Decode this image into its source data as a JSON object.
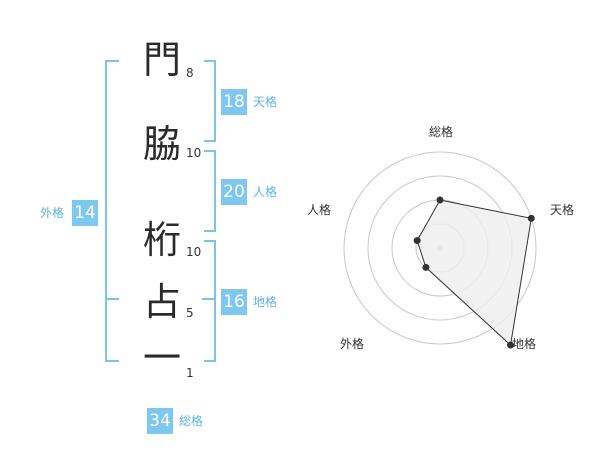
{
  "characters": [
    {
      "char": "門",
      "strokes": "8"
    },
    {
      "char": "脇",
      "strokes": "10"
    },
    {
      "char": "桁",
      "strokes": "10"
    },
    {
      "char": "占",
      "strokes": "5"
    },
    {
      "char": "一",
      "strokes": "1"
    }
  ],
  "kakusu": {
    "tenkaku": {
      "value": "18",
      "label": "天格"
    },
    "jinkaku": {
      "value": "20",
      "label": "人格"
    },
    "chikaku": {
      "value": "16",
      "label": "地格"
    },
    "gaikaku": {
      "value": "14",
      "label": "外格"
    },
    "soukaku": {
      "value": "34",
      "label": "総格"
    }
  },
  "radar": {
    "axes": [
      "総格",
      "天格",
      "地格",
      "外格",
      "人格"
    ],
    "levels": 4,
    "values": [
      2,
      4,
      5,
      1,
      1
    ],
    "colors": {
      "fill": "#eeeeee",
      "stroke": "#333333",
      "ring": "#c8c8c8"
    }
  },
  "colors": {
    "accent": "#7ec8f0",
    "bracket": "#7cc3ec"
  }
}
